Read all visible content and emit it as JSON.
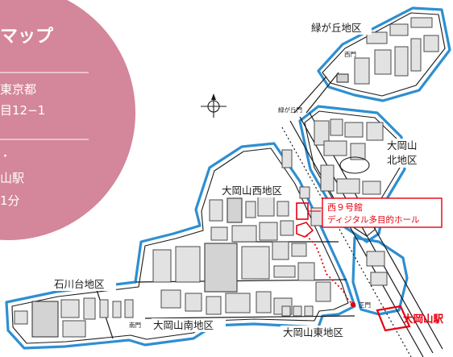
{
  "panel": {
    "title_fragment": "マップ",
    "address_line1": "東京都",
    "address_line2": "目12−1",
    "access_dot": "・",
    "station_fragment": "山駅",
    "minutes_fragment": "1分",
    "bg_color": "#d4869a"
  },
  "districts": {
    "midorigaoka": "緑が丘地区",
    "ookayama_north_line1": "大岡山",
    "ookayama_north_line2": "北地区",
    "ookayama_west": "大岡山西地区",
    "ishikawadai": "石川台地区",
    "ookayama_south": "大岡山南地区",
    "ookayama_east": "大岡山東地区"
  },
  "gates": {
    "west_gate": "西門",
    "midorigaoka_gate": "緑が丘門",
    "main_gate": "正門",
    "south_gate": "南門"
  },
  "station": {
    "label": "大岡山駅"
  },
  "callout": {
    "line1": "西９号館",
    "line2": "ディジタル多目的ホール"
  },
  "colors": {
    "campus_outline": "#2e8fd1",
    "highlight_red": "#e60012"
  },
  "icons": {
    "compass": "compass-north-icon"
  }
}
